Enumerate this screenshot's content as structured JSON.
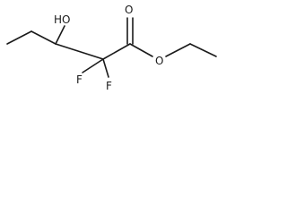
{
  "molecule": {
    "atoms": {
      "hydroxyl": "HO",
      "carbonyl_oxygen": "O",
      "ester_oxygen": "O",
      "fluorine_left": "F",
      "fluorine_right": "F"
    },
    "bond_color": "#1a1a1a",
    "label_color": "#1a1a1a"
  }
}
